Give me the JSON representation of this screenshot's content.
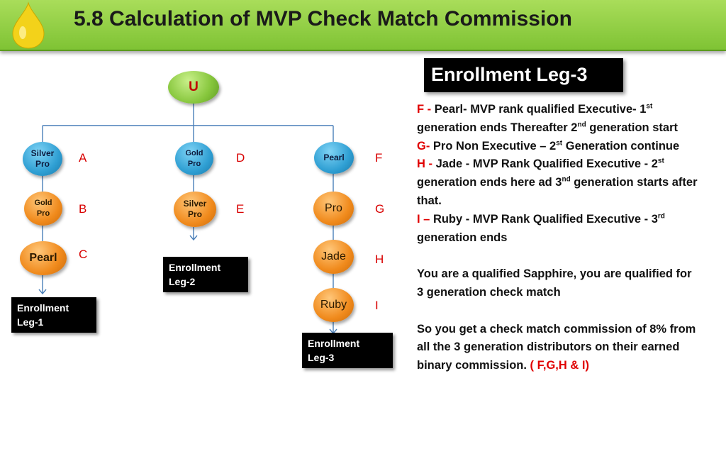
{
  "title": "5.8 Calculation of  MVP Check Match Commission",
  "nodes": {
    "u": "U",
    "a": "Silver Pro",
    "b": "Gold Pro",
    "c": "Pearl",
    "d": "Gold Pro",
    "e": "Silver Pro",
    "f": "Pearl",
    "g": "Pro",
    "h": "Jade",
    "i": "Ruby"
  },
  "letters": {
    "a": "A",
    "b": "B",
    "c": "C",
    "d": "D",
    "e": "E",
    "f": "F",
    "g": "G",
    "h": "H",
    "i": "I"
  },
  "boxes": {
    "leg1_l1": "Enrollment",
    "leg1_l2": "Leg-1",
    "leg2_l1": "Enrollment",
    "leg2_l2": "Leg-2",
    "leg3_l1": "Enrollment",
    "leg3_l2": "Leg-3"
  },
  "legend_box": "Enrollment Leg-3",
  "description": {
    "f_prefix": "F - ",
    "f_a": " Pearl- MVP rank  qualified Executive-  1",
    "f_sup1": "st",
    "f_b": " generation ends  Thereafter 2",
    "f_sup2": "nd",
    "f_c": " generation start",
    "g_prefix": "G- ",
    "g_a": " Pro  Non Executive – 2",
    "g_sup": "st",
    "g_b": " Generation continue",
    "h_prefix": "H - ",
    "h_a": " Jade - MVP  Rank Qualified Executive   - 2",
    "h_sup1": "st",
    "h_b": " generation ends here ad 3",
    "h_sup2": "nd",
    "h_c": " generation starts after that.",
    "i_prefix": "I – ",
    "i_a": "Ruby - MVP  Rank Qualified Executive  - 3",
    "i_sup": "rd",
    "i_b": " generation  ends",
    "para2": "You are  a qualified Sapphire, you are qualified for 3  generation check match",
    "para3": "So you get a check match commission  of 8% from all the  3  generation distributors  on their earned  binary commission. ",
    "para3_red": "( F,G,H & I)"
  },
  "colors": {
    "header_green": "#8fcf3f",
    "node_green": "#86c63c",
    "node_blue": "#2f9fd3",
    "node_orange": "#f08a1c",
    "accent_red": "#e00000",
    "drop_yellow": "#f3d21a"
  }
}
